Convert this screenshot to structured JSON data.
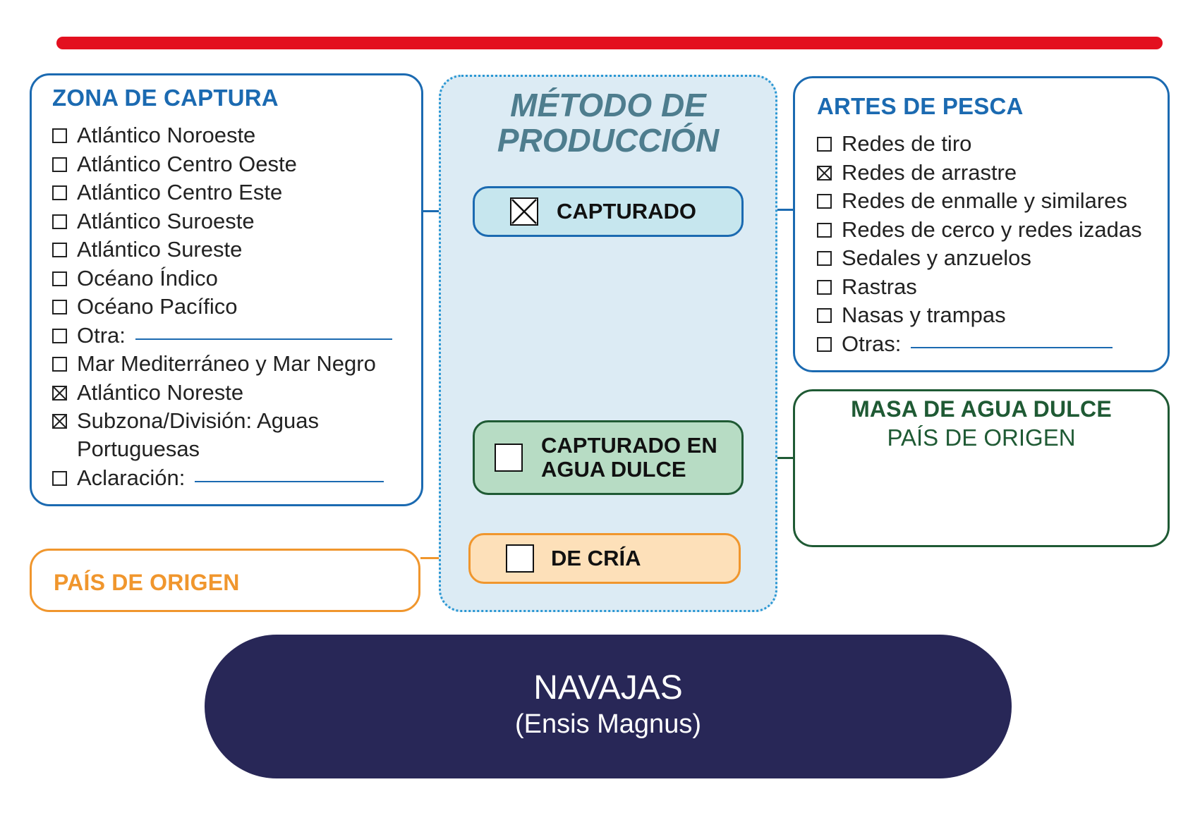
{
  "metodo": {
    "title_line1": "MÉTODO DE",
    "title_line2": "PRODUCCIÓN",
    "capturado": {
      "label": "CAPTURADO",
      "checked": true
    },
    "agua_dulce": {
      "label_line1": "CAPTURADO EN",
      "label_line2": "AGUA DULCE",
      "checked": false
    },
    "cria": {
      "label": "DE CRÍA",
      "checked": false
    }
  },
  "zona": {
    "title": "ZONA DE CAPTURA",
    "items": [
      {
        "label": "Atlántico Noroeste",
        "checked": false
      },
      {
        "label": "Atlántico Centro Oeste",
        "checked": false
      },
      {
        "label": "Atlántico Centro Este",
        "checked": false
      },
      {
        "label": "Atlántico Suroeste",
        "checked": false
      },
      {
        "label": "Atlántico Sureste",
        "checked": false
      },
      {
        "label": "Océano Índico",
        "checked": false
      },
      {
        "label": "Océano Pacífico",
        "checked": false
      },
      {
        "label": "Otra:",
        "checked": false
      },
      {
        "label": "Mar Mediterráneo y Mar Negro",
        "checked": false
      },
      {
        "label": "Atlántico Noreste",
        "checked": true
      },
      {
        "label": "Subzona/División:  Aguas Portuguesas",
        "checked": true
      },
      {
        "label": "Aclaración:",
        "checked": false
      }
    ]
  },
  "artes": {
    "title": "ARTES DE PESCA",
    "items": [
      {
        "label": "Redes de tiro",
        "checked": false
      },
      {
        "label": "Redes de arrastre",
        "checked": true
      },
      {
        "label": "Redes de enmalle y similares",
        "checked": false
      },
      {
        "label": "Redes de cerco y redes izadas",
        "checked": false
      },
      {
        "label": "Sedales y anzuelos",
        "checked": false
      },
      {
        "label": "Rastras",
        "checked": false
      },
      {
        "label": "Nasas y trampas",
        "checked": false
      },
      {
        "label": "Otras:",
        "checked": false
      }
    ]
  },
  "masa": {
    "title": "MASA DE AGUA DULCE",
    "subtitle": "PAÍS DE ORIGEN"
  },
  "pais": {
    "title": "PAÍS DE ORIGEN"
  },
  "product": {
    "name": "NAVAJAS",
    "scientific": "(Ensis Magnus)"
  },
  "colors": {
    "red_bar": "#e3101f",
    "blue": "#1b6ab1",
    "green": "#1f5a34",
    "orange": "#f0962d",
    "navy": "#282757"
  }
}
